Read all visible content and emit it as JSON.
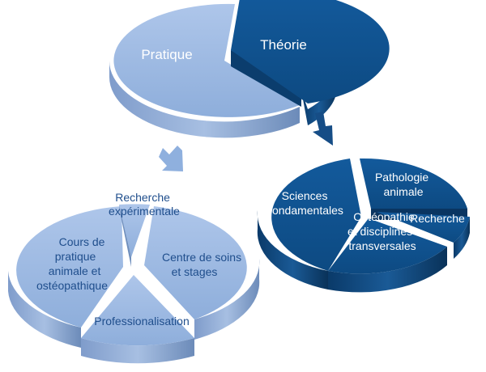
{
  "top_pie": {
    "practice_label": "Pratique",
    "theory_label": "Théorie"
  },
  "practice_pie": {
    "segments": [
      {
        "id": "recherche-experimentale",
        "lines": [
          "Recherche",
          "expérimentale"
        ]
      },
      {
        "id": "cours-pratique",
        "lines": [
          "Cours de",
          "pratique",
          "animale et",
          "ostéopathique"
        ]
      },
      {
        "id": "centre-soins",
        "lines": [
          "Centre de soins",
          "et stages"
        ]
      },
      {
        "id": "professionnalisation",
        "lines": [
          "Professionalisation"
        ]
      }
    ]
  },
  "theory_pie": {
    "segments": [
      {
        "id": "sciences-fondamentales",
        "lines": [
          "Sciences",
          "fondamentales"
        ]
      },
      {
        "id": "pathologie-animale",
        "lines": [
          "Pathologie",
          "animale"
        ]
      },
      {
        "id": "recherche",
        "lines": [
          "Recherche"
        ]
      },
      {
        "id": "osteopathie",
        "lines": [
          "Ostéopathie",
          "et disciplines",
          "transversales"
        ]
      }
    ]
  },
  "colors": {
    "light_blue": "#9bb8e0",
    "light_blue_side": "#6f8fbd",
    "dark_blue": "#0f4c85",
    "dark_blue_side": "#0a3561",
    "arrow_light": "#8fb0de",
    "arrow_dark": "#164d86",
    "label_light": "#1f4e8c",
    "label_dark": "#ffffff"
  }
}
